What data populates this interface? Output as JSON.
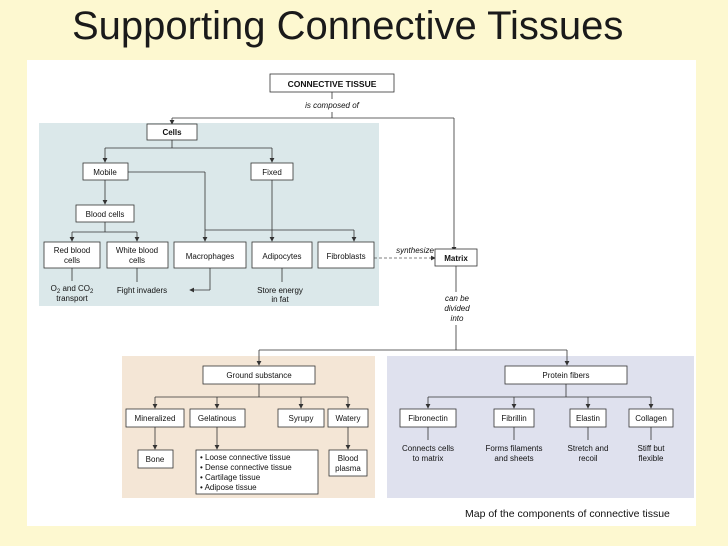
{
  "slide": {
    "title": "Supporting Connective Tissues",
    "caption": "Map of the components of connective tissue"
  },
  "colors": {
    "background": "#fdf8d0",
    "cells_panel": "#dbe8ea",
    "ground_panel": "#f4e6d6",
    "protein_panel": "#dfe1ee"
  },
  "diagram": {
    "root": "CONNECTIVE TISSUE",
    "root_link": "is composed of",
    "cells": {
      "title": "Cells",
      "mobile": "Mobile",
      "fixed": "Fixed",
      "blood_cells": "Blood cells",
      "red_blood_cells": [
        "Red blood",
        "cells"
      ],
      "white_blood_cells": [
        "White blood",
        "cells"
      ],
      "macrophages": "Macrophages",
      "adipocytes": "Adipocytes",
      "fibroblasts": "Fibroblasts",
      "red_function_line1": "O",
      "red_function_sub1": "2",
      "red_function_and": " and CO",
      "red_function_sub2": "2",
      "red_function_line2": "transport",
      "white_function": "Fight invaders",
      "adipocyte_function": [
        "Store energy",
        "in fat"
      ]
    },
    "synthesize": "synthesize",
    "matrix": "Matrix",
    "matrix_link": [
      "can be",
      "divided",
      "into"
    ],
    "ground_substance": {
      "title": "Ground substance",
      "mineralized": "Mineralized",
      "gelatinous": "Gelatinous",
      "syrupy": "Syrupy",
      "watery": "Watery",
      "bone": "Bone",
      "gelatinous_list": [
        "• Loose connective tissue",
        "• Dense connective tissue",
        "• Cartilage tissue",
        "• Adipose tissue"
      ],
      "blood_plasma": [
        "Blood",
        "plasma"
      ]
    },
    "protein_fibers": {
      "title": "Protein fibers",
      "fibronectin": "Fibronectin",
      "fibrillin": "Fibrillin",
      "elastin": "Elastin",
      "collagen": "Collagen",
      "fibronectin_function": [
        "Connects cells",
        "to matrix"
      ],
      "fibrillin_function": [
        "Forms filaments",
        "and sheets"
      ],
      "elastin_function": [
        "Stretch and",
        "recoil"
      ],
      "collagen_function": [
        "Stiff but",
        "flexible"
      ]
    }
  }
}
